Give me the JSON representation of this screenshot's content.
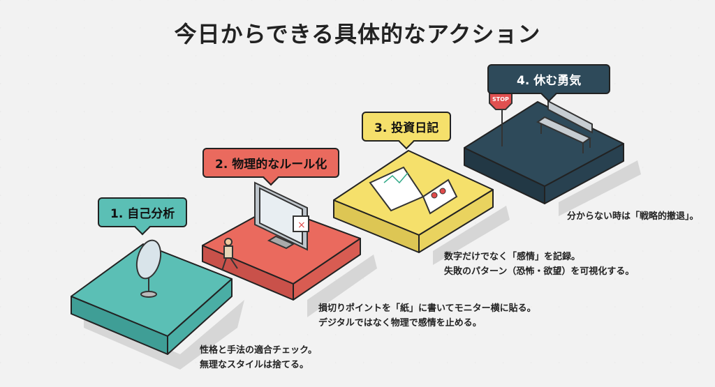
{
  "title": "今日からできる具体的なアクション",
  "steps": [
    {
      "label": "1. 自己分析",
      "lines": [
        "性格と手法の適合チェック。",
        "無理なスタイルは捨てる。"
      ],
      "color": "#5bbfb5"
    },
    {
      "label": "2. 物理的なルール化",
      "lines": [
        "損切りポイントを「紙」に書いてモニター横に貼る。",
        "デジタルではなく物理で感情を止める。"
      ],
      "color": "#ea6a5e"
    },
    {
      "label": "3. 投資日記",
      "lines": [
        "数字だけでなく「感情」を記録。",
        "失敗のパターン（恐怖・欲望）を可視化する。"
      ],
      "color": "#f5e06b"
    },
    {
      "label": "4. 休む勇気",
      "lines": [
        "分からない時は「戦略的撤退」。"
      ],
      "color": "#2e4a5a"
    }
  ],
  "stop_sign_text": "STOP"
}
